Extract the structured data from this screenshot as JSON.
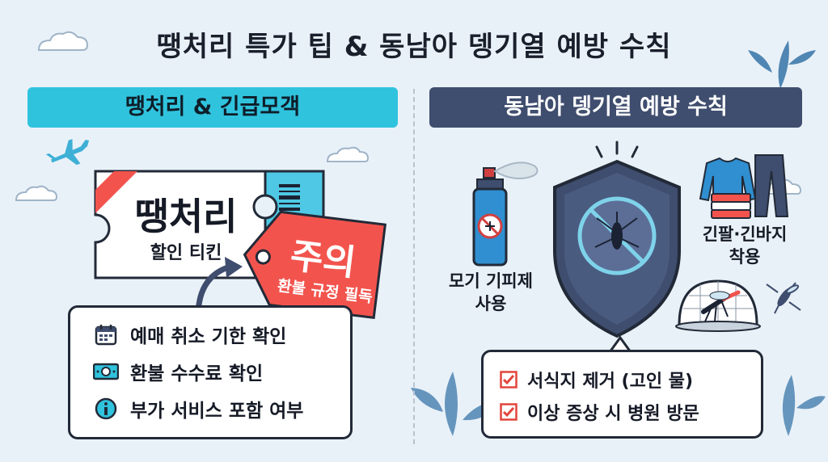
{
  "title": "땡처리 특가 팁 & 동남아 뎅기열 예방 수칙",
  "left": {
    "banner": "땡처리 & 긴급모객",
    "ticket": {
      "big": "땡처리",
      "small": "할인 티킨"
    },
    "tag": {
      "big": "주의",
      "small": "환불 규정 필독"
    },
    "checklist": [
      {
        "icon": "calendar-icon",
        "label": "예매 취소 기한 확인"
      },
      {
        "icon": "money-icon",
        "label": "환불 수수료 확인"
      },
      {
        "icon": "info-icon",
        "label": "부가 서비스 포함 여부"
      }
    ]
  },
  "right": {
    "banner": "동남아 뎅기열 예방 수칙",
    "spray_label_1": "모기 기피제",
    "spray_label_2": "사용",
    "clothes_label_1": "긴팔·긴바지",
    "clothes_label_2": "착용",
    "checklist": [
      {
        "label": "서식지 제거 (고인 물)"
      },
      {
        "label": "이상 증상 시 병원 방문"
      }
    ]
  },
  "colors": {
    "cyan": "#30c3dd",
    "navy": "#3f4d6e",
    "red": "#f2544d",
    "check_red": "#e2453c"
  }
}
